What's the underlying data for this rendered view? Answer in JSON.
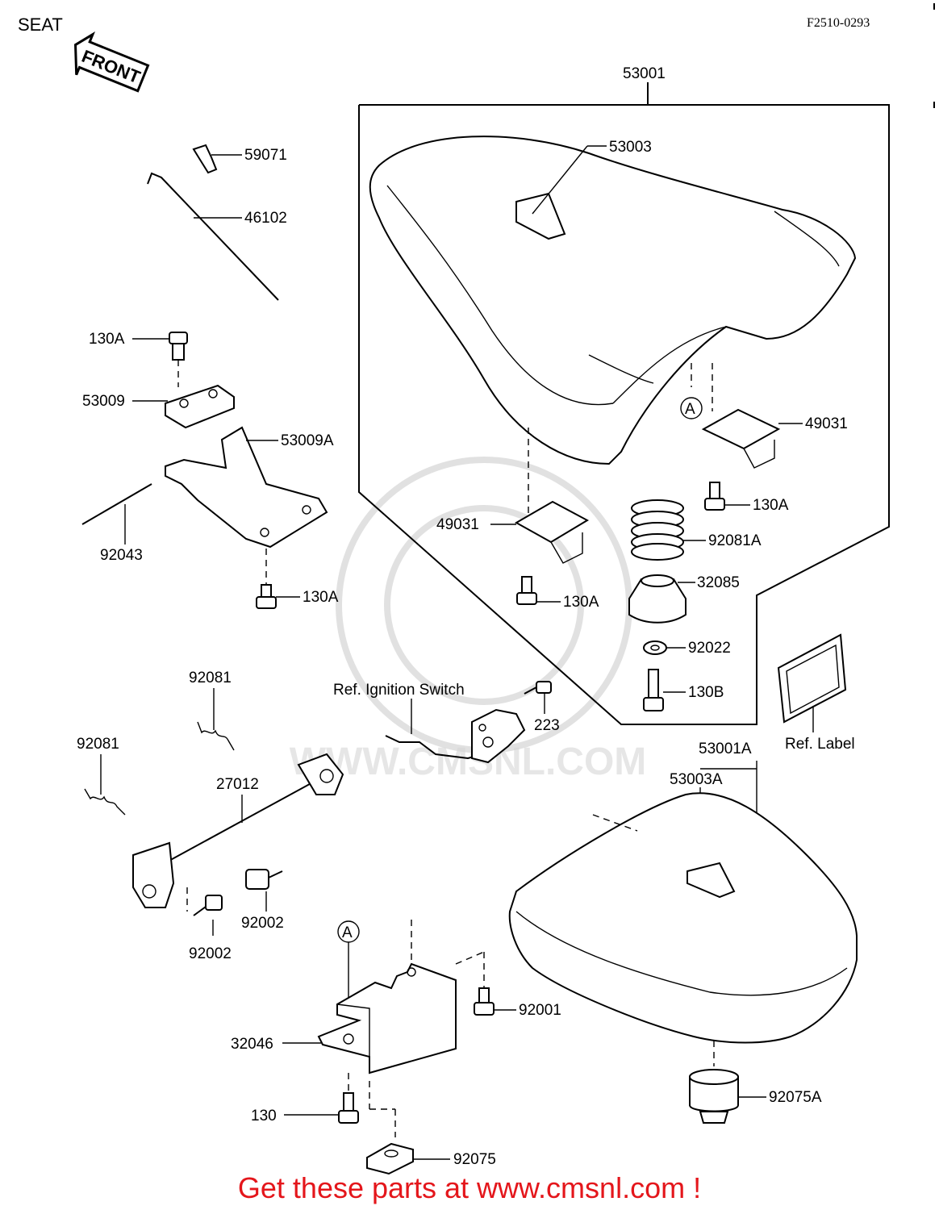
{
  "header": {
    "title": "SEAT",
    "code": "F2510-0293"
  },
  "front_tag": "FRONT",
  "watermark": "WWW.CMSNL.COM",
  "labels": {
    "l_53001": "53001",
    "l_53003": "53003",
    "l_59071": "59071",
    "l_46102": "46102",
    "l_130A_1": "130A",
    "l_53009": "53009",
    "l_53009A": "53009A",
    "l_92043": "92043",
    "l_130A_2": "130A",
    "l_49031_1": "49031",
    "l_49031_2": "49031",
    "l_130A_3": "130A",
    "l_130A_4": "130A",
    "l_92081A": "92081A",
    "l_32085": "32085",
    "l_92022": "92022",
    "l_130B": "130B",
    "l_refign": "Ref. Ignition Switch",
    "l_223": "223",
    "l_reflabel": "Ref. Label",
    "l_92081_1": "92081",
    "l_92081_2": "92081",
    "l_27012": "27012",
    "l_92002_1": "92002",
    "l_92002_2": "92002",
    "l_53001A": "53001A",
    "l_53003A": "53003A",
    "l_92001": "92001",
    "l_32046": "32046",
    "l_130": "130",
    "l_92075": "92075",
    "l_92075A": "92075A",
    "marker_a1": "A",
    "marker_a2": "A"
  },
  "footer": "Get these parts at www.cmsnl.com !",
  "colors": {
    "footer": "#e4161b",
    "watermark": "#c9c9c9"
  }
}
